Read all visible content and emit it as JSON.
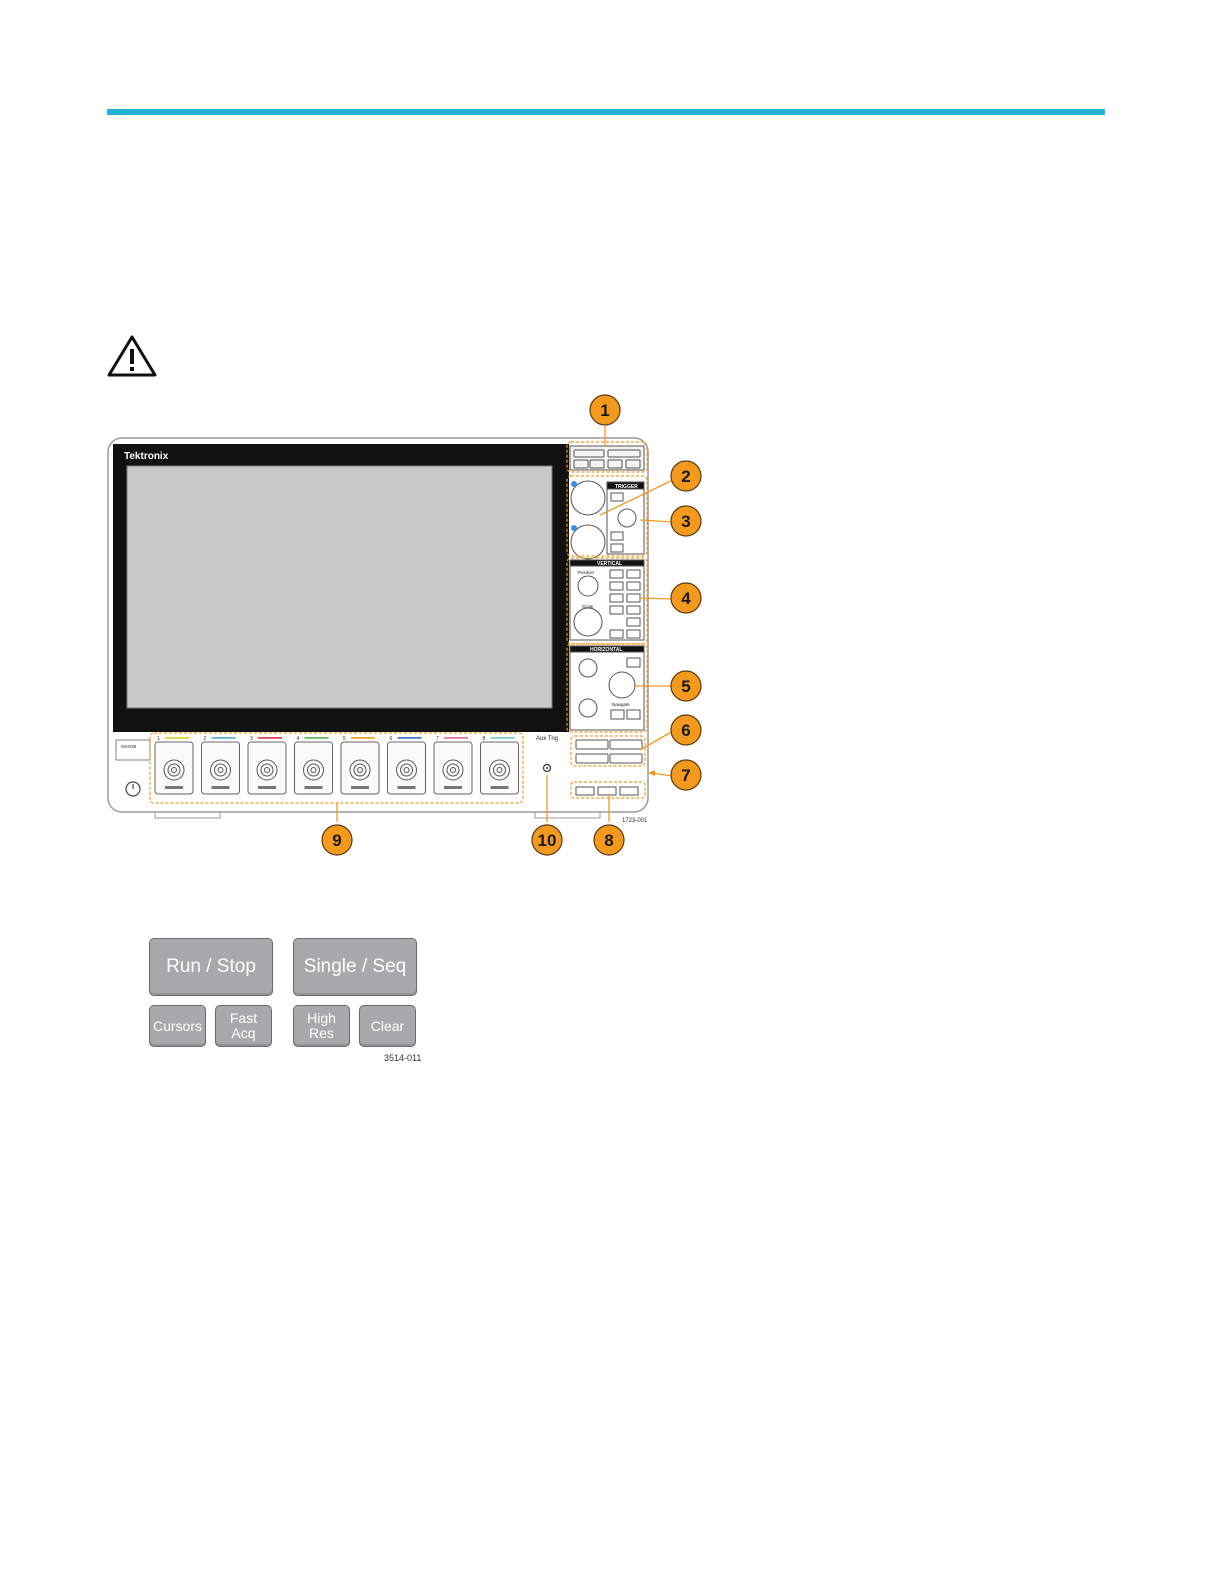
{
  "front_panel": {
    "brand": "Tektronix",
    "figure_code": "1723-001",
    "callouts": [
      "1",
      "2",
      "3",
      "4",
      "5",
      "6",
      "7",
      "8",
      "9",
      "10"
    ],
    "panel_labels": {
      "trigger": "TRIGGER",
      "vertical": "VERTICAL",
      "horizontal": "HORIZONTAL",
      "position": "Position",
      "scale": "Scale",
      "navigate": "Navigate",
      "aux_trig": "Aux Trig",
      "model": "MSO58"
    },
    "channels": [
      "1",
      "2",
      "3",
      "4",
      "5",
      "6",
      "7",
      "8"
    ],
    "channel_colors": [
      "#e8d23c",
      "#56b7e6",
      "#e0475a",
      "#5fbf5a",
      "#f0a830",
      "#4a78d6",
      "#e07ab4",
      "#7fd0c8"
    ],
    "accent_color": "#f39a1e"
  },
  "acq_buttons": {
    "run_stop": "Run / Stop",
    "single_seq": "Single / Seq",
    "cursors": "Cursors",
    "fast_acq": "Fast\nAcq",
    "high_res": "High\nRes",
    "clear": "Clear",
    "figure_code": "3514-011"
  }
}
